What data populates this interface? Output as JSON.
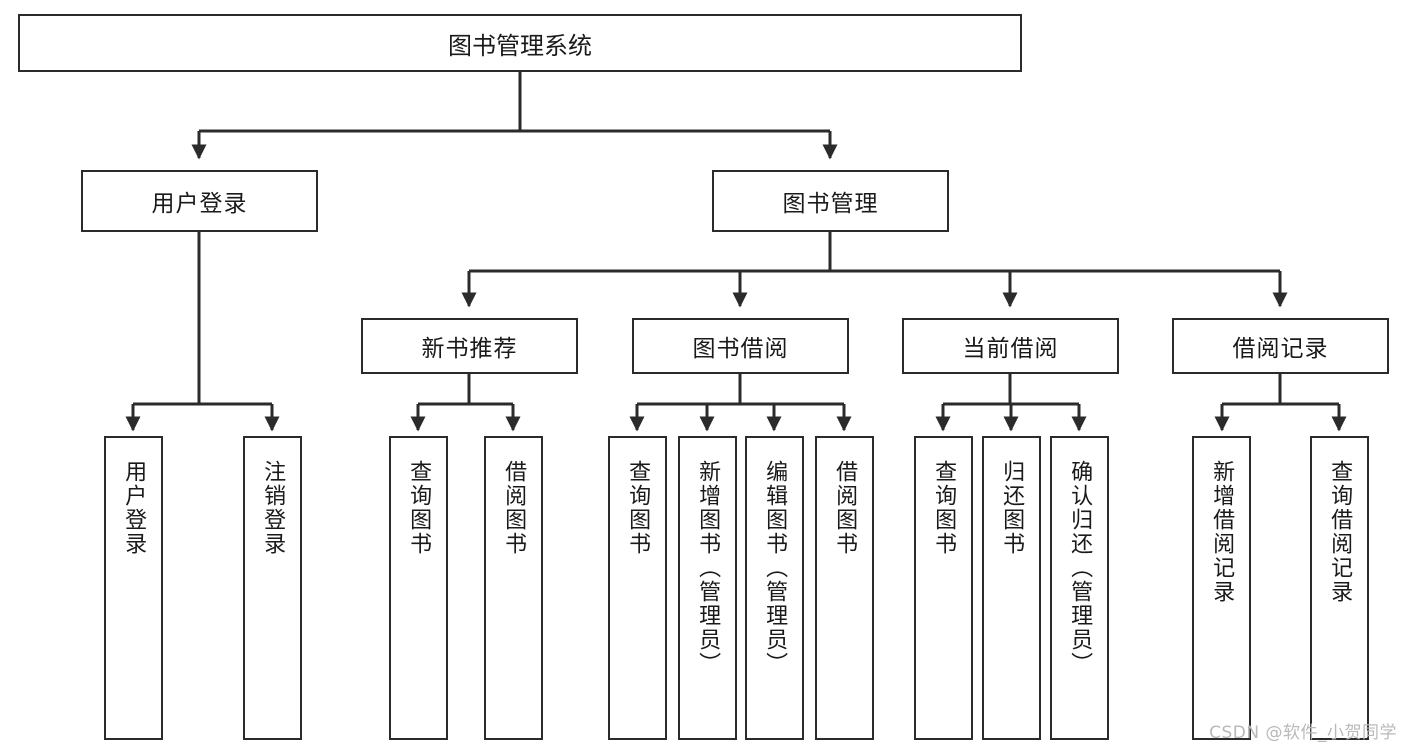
{
  "diagram": {
    "title": "图书管理系统",
    "type": "hierarchy-tree",
    "orientation": "top-down",
    "levels": 4,
    "colors": {
      "box_border": "#2b2b2b",
      "box_fill": "#ffffff",
      "connector": "#2b2b2b",
      "text": "#1a1a1a",
      "watermark": "#b9b9b9"
    }
  },
  "root": {
    "label": "图书管理系统"
  },
  "level2": [
    {
      "id": "user-login",
      "label": "用户登录"
    },
    {
      "id": "book-manage",
      "label": "图书管理"
    }
  ],
  "level3": [
    {
      "id": "new-book-recommend",
      "label": "新书推荐"
    },
    {
      "id": "book-borrow",
      "label": "图书借阅"
    },
    {
      "id": "current-borrow",
      "label": "当前借阅"
    },
    {
      "id": "borrow-record",
      "label": "借阅记录"
    }
  ],
  "leaves": {
    "user_login": [
      {
        "id": "leaf-user-login",
        "label": "用户登录"
      },
      {
        "id": "leaf-logout-login",
        "label": "注销登录"
      }
    ],
    "new_book_recommend": [
      {
        "id": "leaf-query-book-1",
        "label": "查询图书"
      },
      {
        "id": "leaf-borrow-book-1",
        "label": "借阅图书"
      }
    ],
    "book_borrow": [
      {
        "id": "leaf-query-book-2",
        "label": "查询图书"
      },
      {
        "id": "leaf-add-book",
        "label": "新增图书（管理员）"
      },
      {
        "id": "leaf-edit-book",
        "label": "编辑图书（管理员）"
      },
      {
        "id": "leaf-borrow-book-2",
        "label": "借阅图书"
      }
    ],
    "current_borrow": [
      {
        "id": "leaf-query-book-3",
        "label": "查询图书"
      },
      {
        "id": "leaf-return-book",
        "label": "归还图书"
      },
      {
        "id": "leaf-confirm-return",
        "label": "确认归还（管理员）"
      }
    ],
    "borrow_record": [
      {
        "id": "leaf-add-borrow-record",
        "label": "新增借阅记录"
      },
      {
        "id": "leaf-query-borrow-record",
        "label": "查询借阅记录"
      }
    ]
  },
  "watermark": {
    "text": "CSDN @软件_小贺同学"
  }
}
